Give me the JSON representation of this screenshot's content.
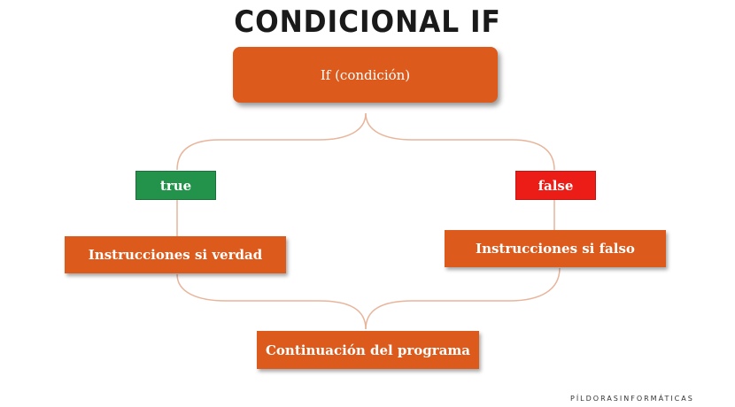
{
  "title": "CONDICIONAL IF",
  "boxes": {
    "condition": "If (condición)",
    "true_label": "true",
    "false_label": "false",
    "true_branch": "Instrucciones si verdad",
    "false_branch": "Instrucciones si falso",
    "continuation": "Continuación del programa"
  },
  "watermark": "PÍLDORASINFORMÁTICAS",
  "colors": {
    "orange": "#dc5a1c",
    "true_green": "#23924a",
    "false_red": "#ec1c16",
    "connector": "#e8b49a"
  }
}
